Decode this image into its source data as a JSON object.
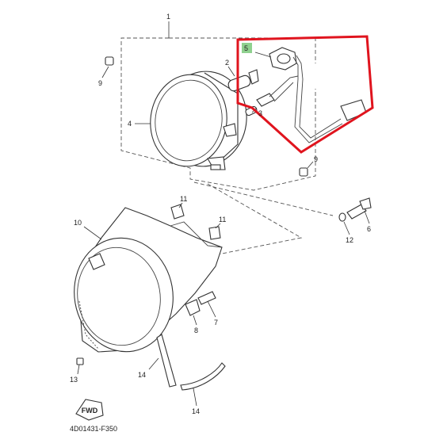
{
  "diagram": {
    "callouts": [
      {
        "id": "callout-1",
        "text": "1"
      },
      {
        "id": "callout-2",
        "text": "2"
      },
      {
        "id": "callout-3",
        "text": "3"
      },
      {
        "id": "callout-4",
        "text": "4"
      },
      {
        "id": "callout-5",
        "text": "5"
      },
      {
        "id": "callout-6",
        "text": "6"
      },
      {
        "id": "callout-7",
        "text": "7"
      },
      {
        "id": "callout-8",
        "text": "8"
      },
      {
        "id": "callout-9a",
        "text": "9"
      },
      {
        "id": "callout-9b",
        "text": "9"
      },
      {
        "id": "callout-10",
        "text": "10"
      },
      {
        "id": "callout-11a",
        "text": "11"
      },
      {
        "id": "callout-11b",
        "text": "11"
      },
      {
        "id": "callout-12",
        "text": "12"
      },
      {
        "id": "callout-13",
        "text": "13"
      },
      {
        "id": "callout-14a",
        "text": "14"
      },
      {
        "id": "callout-14b",
        "text": "14"
      }
    ],
    "fwd_label": "FWD",
    "drawing_code": "4D01431-F350",
    "highlight_color": "#e0141e",
    "callout_5_highlight": "#8fd18f"
  }
}
